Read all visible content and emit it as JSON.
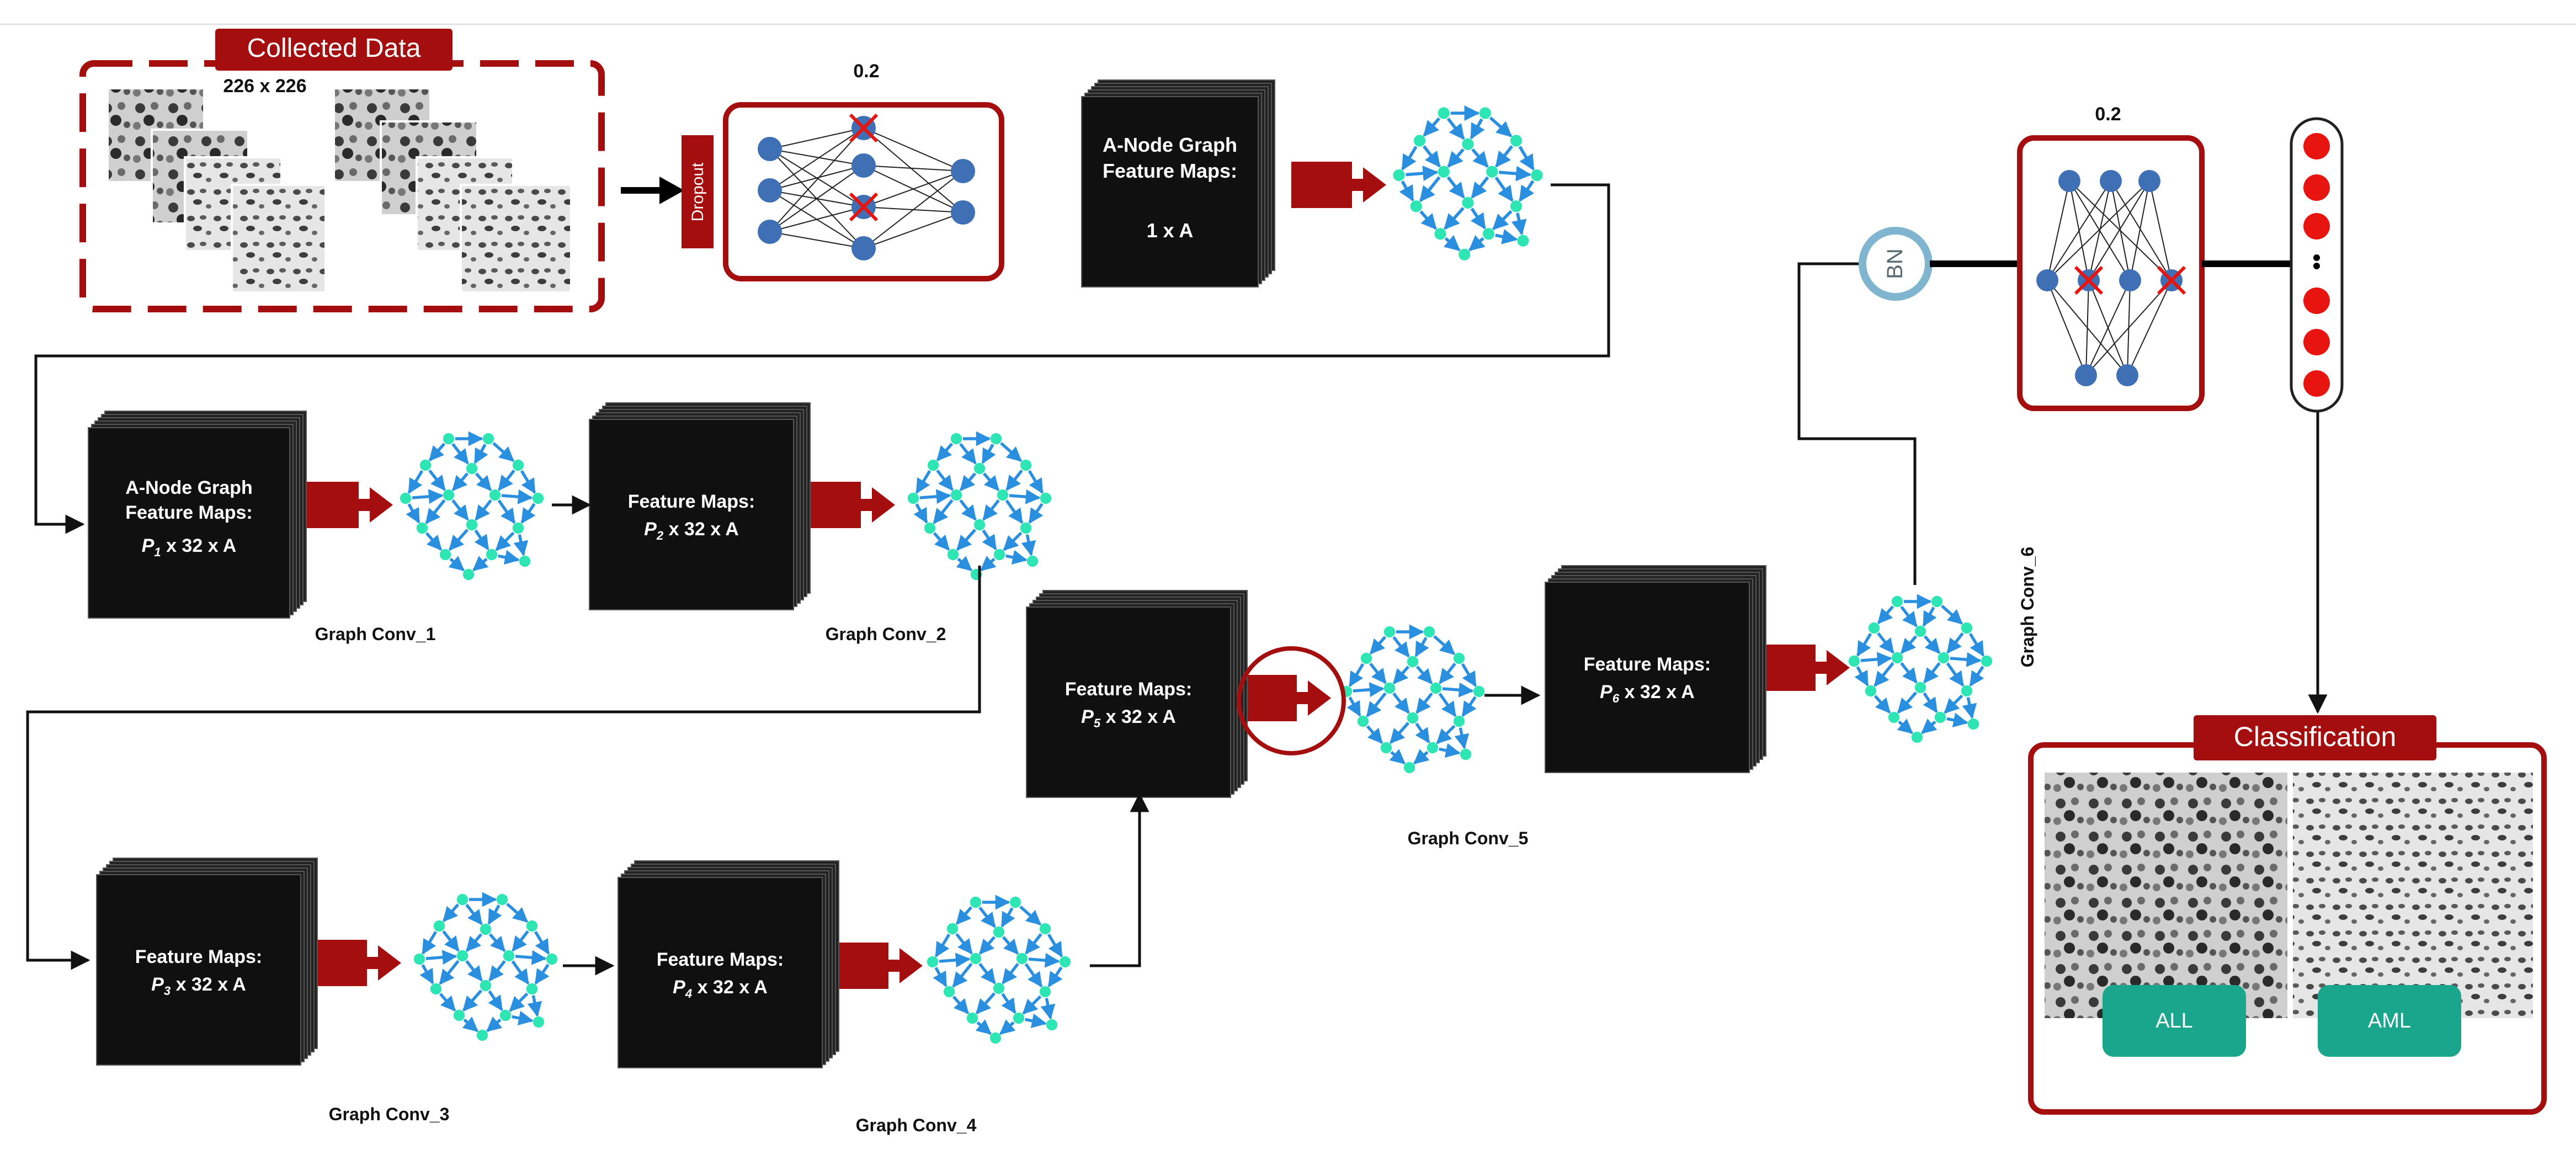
{
  "collected_data": {
    "title": "Collected Data",
    "size": "226 x 226"
  },
  "dropout_label": "Dropout",
  "dropout_rate_1": "0.2",
  "dropout_rate_2": "0.2",
  "input_block": {
    "line1": "A-Node Graph",
    "line2": "Feature Maps:",
    "line3": "1 x A"
  },
  "stages": [
    {
      "id": "gc1",
      "line1": "A-Node Graph",
      "line2": "Feature Maps:",
      "p": "P",
      "sub": "1",
      "dims": " x 32 x A",
      "caption": "Graph Conv_1"
    },
    {
      "id": "gc2",
      "line1": "",
      "line2": "Feature Maps:",
      "p": "P",
      "sub": "2",
      "dims": " x 32 x A",
      "caption": "Graph Conv_2"
    },
    {
      "id": "gc3",
      "line1": "",
      "line2": "Feature Maps:",
      "p": "P",
      "sub": "3",
      "dims": " x 32 x A",
      "caption": "Graph Conv_3"
    },
    {
      "id": "gc4",
      "line1": "",
      "line2": "Feature Maps:",
      "p": "P",
      "sub": "4",
      "dims": " x 32 x A",
      "caption": "Graph Conv_4"
    },
    {
      "id": "gc5",
      "line1": "",
      "line2": "Feature Maps:",
      "p": "P",
      "sub": "5",
      "dims": " x 32 x A",
      "caption": "Graph Conv_5"
    },
    {
      "id": "gc6",
      "line1": "",
      "line2": "Feature Maps:",
      "p": "P",
      "sub": "6",
      "dims": " x 32 x A",
      "caption": "Graph Conv_6"
    }
  ],
  "bn_label": "BN",
  "classification": {
    "title": "Classification",
    "classes": [
      "ALL",
      "AML"
    ]
  },
  "colors": {
    "dark_red": "#a50e0e",
    "box_black": "#101010",
    "graph_edge": "#2b8fe0",
    "graph_node": "#2ee6b4",
    "nn_node": "#3f6fb5",
    "teal_button": "#1aa58d",
    "output_node": "#e8140f"
  }
}
